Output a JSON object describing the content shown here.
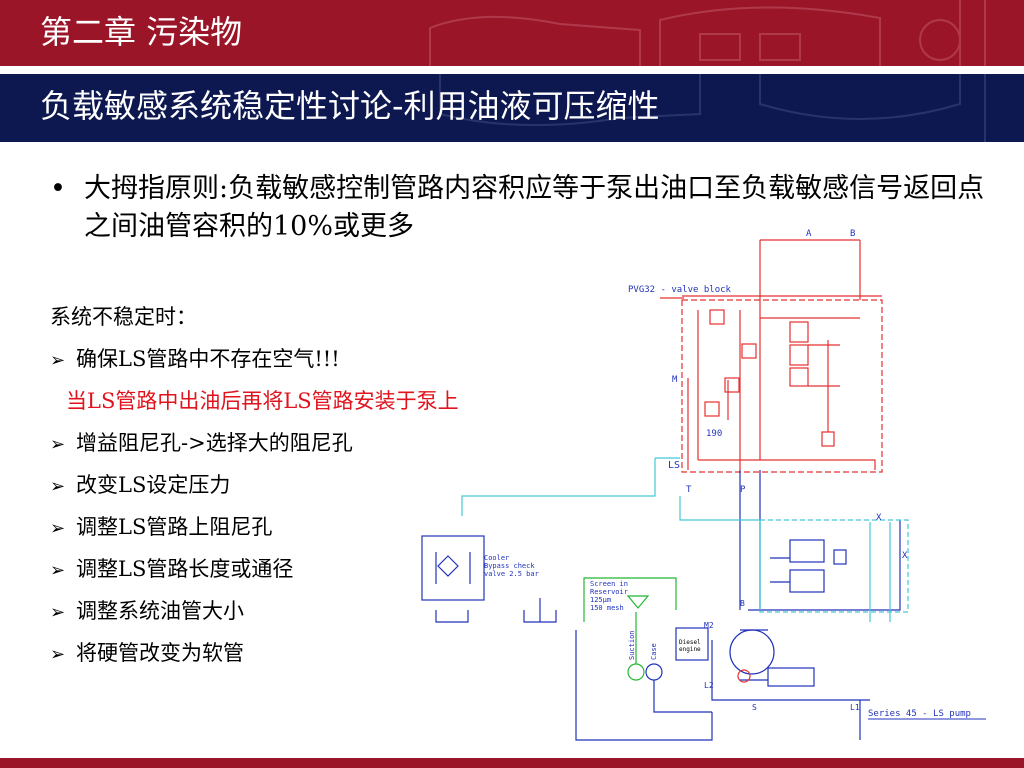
{
  "header": {
    "chapter": "第二章  污染物",
    "title": "负载敏感系统稳定性讨论-利用油液可压缩性"
  },
  "bullet": {
    "symbol": "•",
    "text": "大拇指原则:负载敏感控制管路内容积应等于泵出油口至负载敏感信号返回点之间油管容积的10%或更多"
  },
  "list": {
    "heading": "系统不稳定时：",
    "arrow": "➢",
    "items": [
      {
        "text": "确保LS管路中不存在空气!!!"
      },
      {
        "text": "当LS管路中出油后再将LS管路安装于泵上",
        "highlight": true
      },
      {
        "text": "增益阻尼孔->选择大的阻尼孔"
      },
      {
        "text": "改变LS设定压力"
      },
      {
        "text": "调整LS管路上阻尼孔"
      },
      {
        "text": "调整LS管路长度或通径"
      },
      {
        "text": "调整系统油管大小"
      },
      {
        "text": "将硬管改变为软管"
      }
    ]
  },
  "diagram": {
    "port_a": "A",
    "port_b": "B",
    "valve_block": "PVG32 - valve block",
    "port_m": "M",
    "value_190": "190",
    "ls": "LS",
    "port_t": "T",
    "port_p": "P",
    "x1": "X",
    "x2": "X",
    "cooler_lines": [
      "Cooler",
      "Bypass check",
      "valve 2.5 bar"
    ],
    "screen_lines": [
      "Screen in",
      "Reservoir",
      "125µm",
      "150 mesh"
    ],
    "b_port": "B",
    "m2": "M2",
    "diesel_lines": [
      "Diesel",
      "engine"
    ],
    "suction": "Suction",
    "case": "Case",
    "l2": "L2",
    "s": "S",
    "l1": "L1",
    "pump_label": "Series 45 - LS pump"
  },
  "colors": {
    "chapter_bar": "#9b1528",
    "title_bar": "#0d1850",
    "highlight_text": "#e0141e",
    "hydraulic_red": "#e53030",
    "hydraulic_blue": "#2233bb",
    "hydraulic_cyan": "#44c8d8",
    "hydraulic_green": "#22b833"
  }
}
